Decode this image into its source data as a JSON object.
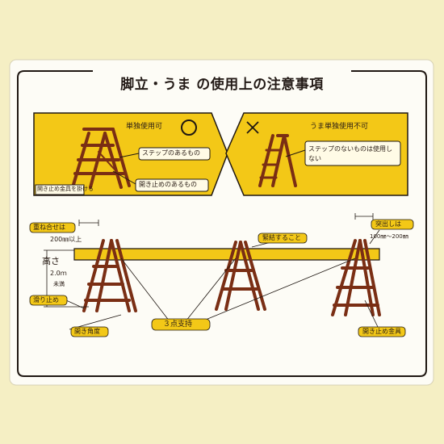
{
  "title": "脚立・うま の使用上の注意事項",
  "top_left": {
    "heading": "単独使用可",
    "callout_step": "ステップのあるもの",
    "callout_lock": "開き止めのあるもの",
    "note": "開き止め金具を掛ける"
  },
  "top_right": {
    "heading": "うま単独使用不可",
    "callout": "ステップのないものは使用しない"
  },
  "bottom": {
    "label_overlap": "重ね合せは",
    "overlap_value": "200㎜以上",
    "height_label": "高さ",
    "height_value": "2.0ｍ",
    "height_note": "未満",
    "label_stopper": "滑り止め",
    "label_open": "開き角度",
    "label_fix": "緊結すること",
    "label_three": "３点支持",
    "label_protrude": "突出しは",
    "protrude_value": "100㎜～200㎜",
    "label_open_lock": "開き止め金具"
  },
  "colors": {
    "yellow": "#f3c817",
    "brown": "#7a2e14",
    "border": "#1f1712",
    "panel": "#ffffff",
    "background": "#f5efc4"
  }
}
